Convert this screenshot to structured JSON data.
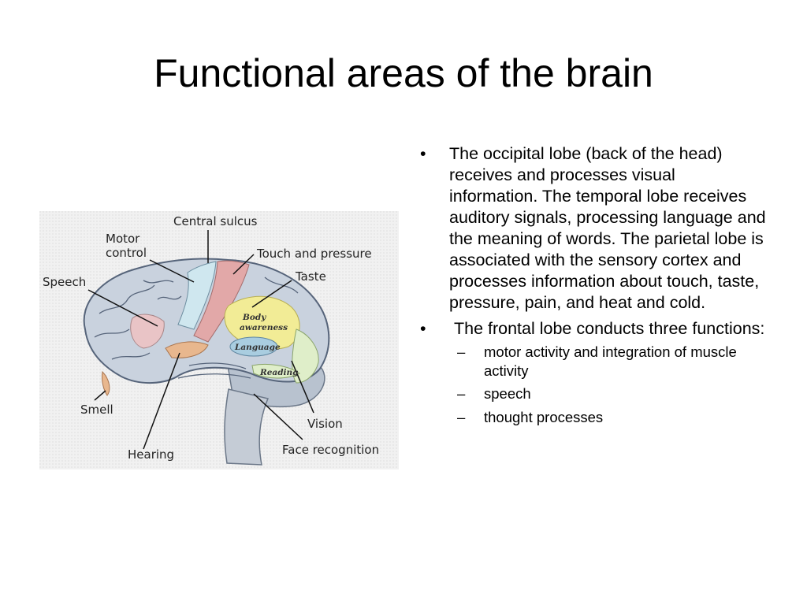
{
  "title": "Functional areas of the brain",
  "figure": {
    "labels": {
      "central_sulcus": "Central sulcus",
      "motor_control_1": "Motor",
      "motor_control_2": "control",
      "touch": "Touch and pressure",
      "taste": "Taste",
      "speech": "Speech",
      "body_awareness_1": "Body",
      "body_awareness_2": "awareness",
      "language": "Language",
      "reading": "Reading",
      "smell": "Smell",
      "vision": "Vision",
      "hearing": "Hearing",
      "face_recognition": "Face recognition"
    },
    "colors": {
      "motor": "#cfe7ef",
      "touch": "#e2a8a8",
      "speech": "#e9c4c6",
      "body": "#f2ec96",
      "language": "#a9cde0",
      "hearing": "#e8b78e",
      "reading": "#dfeec9",
      "brain": "#c9d2de"
    }
  },
  "bullets": [
    {
      "mark": "•",
      "text": "The occipital lobe (back of the head) receives and processes visual information. The temporal lobe receives auditory signals, processing language and the meaning of words. The parietal lobe is associated with the sensory cortex and processes information about touch, taste, pressure, pain, and heat and cold."
    },
    {
      "mark": "•",
      "text": " The frontal lobe conducts three functions:",
      "sub": [
        {
          "mark": "–",
          "text": "motor activity and integration of muscle activity"
        },
        {
          "mark": "–",
          "text": "speech"
        },
        {
          "mark": "–",
          "text": "thought processes"
        }
      ]
    }
  ]
}
